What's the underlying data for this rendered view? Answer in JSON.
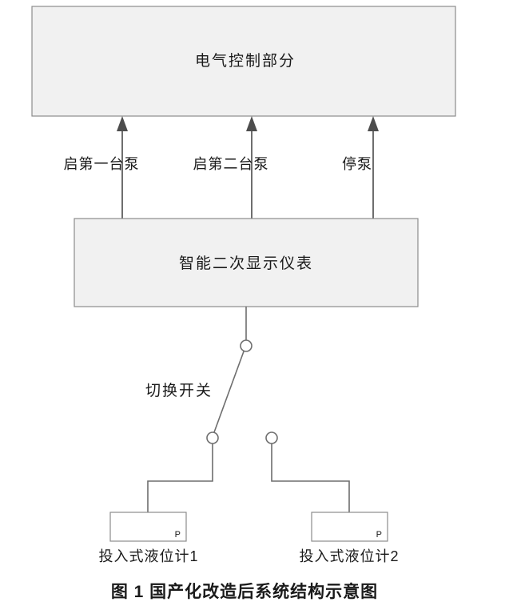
{
  "diagram": {
    "top_box_label": "电气控制部分",
    "middle_box_label": "智能二次显示仪表",
    "arrow_labels": {
      "left": "启第一台泵",
      "middle": "启第二台泵",
      "right": "停泵"
    },
    "switch_label": "切换开关",
    "port_label": "P",
    "sensor1_label": "投入式液位计1",
    "sensor2_label": "投入式液位计2",
    "caption": "图 1  国产化改造后系统结构示意图",
    "colors": {
      "box_fill": "#f1f1f1",
      "box_border": "#8c8c8c",
      "line": "#6e6e6e",
      "arrow": "#4d4d4d",
      "text": "#1a1a1a"
    }
  }
}
